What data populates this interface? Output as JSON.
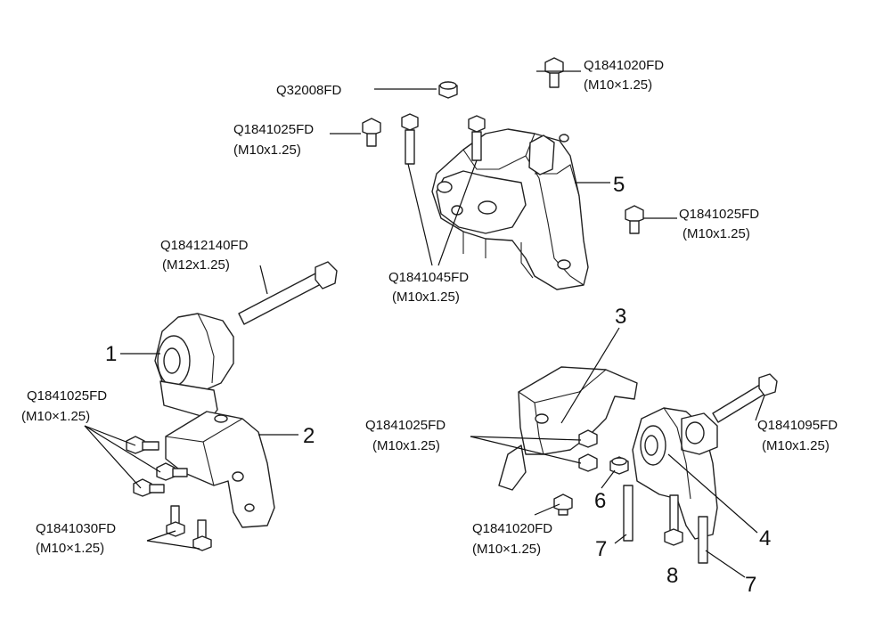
{
  "labels": {
    "q32008": "Q32008FD",
    "q1841020_top": "Q1841020FD",
    "m10_top_right": "(M10×1.25)",
    "q1841025_top": "Q1841025FD",
    "m10_top_left": "(M10x1.25)",
    "q1841025_right": "Q1841025FD",
    "m10_right": "(M10x1.25)",
    "q1841045": "Q1841045FD",
    "m10_mid": "(M10x1.25)",
    "q18412140": "Q18412140FD",
    "m12": "(M12x1.25)",
    "q1841025_left": "Q1841025FD",
    "m10_left": "(M10×1.25)",
    "q1841030": "Q1841030FD",
    "m10_bottom_left": "(M10×1.25)",
    "q1841025_center": "Q1841025FD",
    "m10_center": "(M10x1.25)",
    "q1841020_bottom": "Q1841020FD",
    "m10_bottom_center": "(M10×1.25)",
    "q1841095": "Q1841095FD",
    "m10_far_right": "(M10x1.25)"
  },
  "callouts": {
    "n1": "1",
    "n2": "2",
    "n3": "3",
    "n4": "4",
    "n5": "5",
    "n6": "6",
    "n7a": "7",
    "n7b": "7",
    "n8": "8"
  }
}
